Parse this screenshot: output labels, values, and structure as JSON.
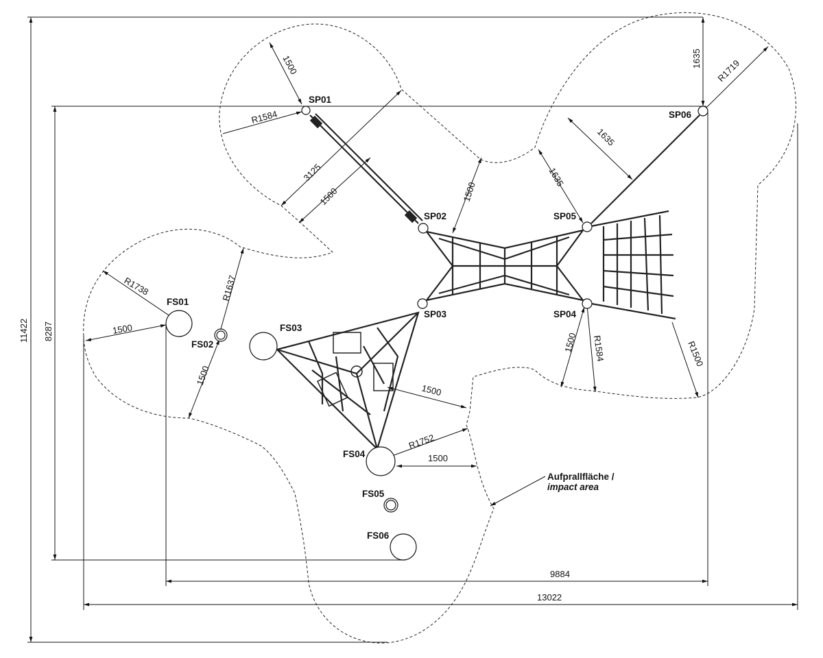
{
  "posts": [
    "SP01",
    "SP02",
    "SP03",
    "SP04",
    "SP05",
    "SP06"
  ],
  "foundations": [
    "FS01",
    "FS02",
    "FS03",
    "FS04",
    "FS05",
    "FS06"
  ],
  "impact_area": {
    "label_de": "Aufprallfläche /",
    "label_en": "impact area"
  },
  "dims": [
    "1500",
    "R1584",
    "3125",
    "1500",
    "1500",
    "1635",
    "R1719",
    "1635",
    "1635",
    "R1738",
    "R1637",
    "1500",
    "1500",
    "1500",
    "R1752",
    "1500",
    "1500",
    "R1584",
    "R1500",
    "9884",
    "13022",
    "8287",
    "11422"
  ]
}
